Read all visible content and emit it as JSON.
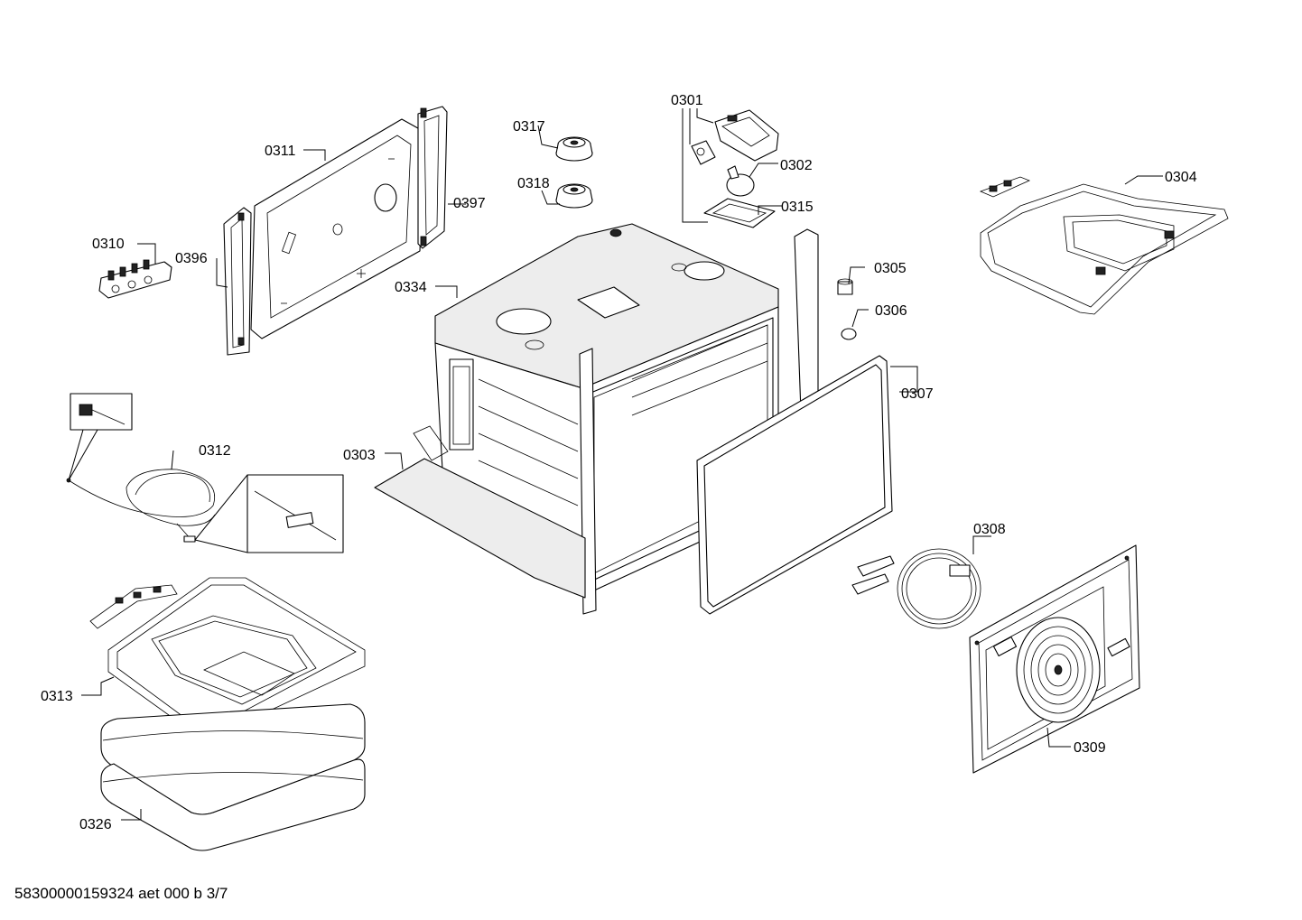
{
  "labels": {
    "p0301": "0301",
    "p0302": "0302",
    "p0303": "0303",
    "p0304": "0304",
    "p0305": "0305",
    "p0306": "0306",
    "p0307": "0307",
    "p0308": "0308",
    "p0309": "0309",
    "p0310": "0310",
    "p0311": "0311",
    "p0312": "0312",
    "p0313": "0313",
    "p0315": "0315",
    "p0317": "0317",
    "p0318": "0318",
    "p0326": "0326",
    "p0334": "0334",
    "p0396": "0396",
    "p0397": "0397"
  },
  "footer": "58300000159324 aet 000 b 3/7"
}
